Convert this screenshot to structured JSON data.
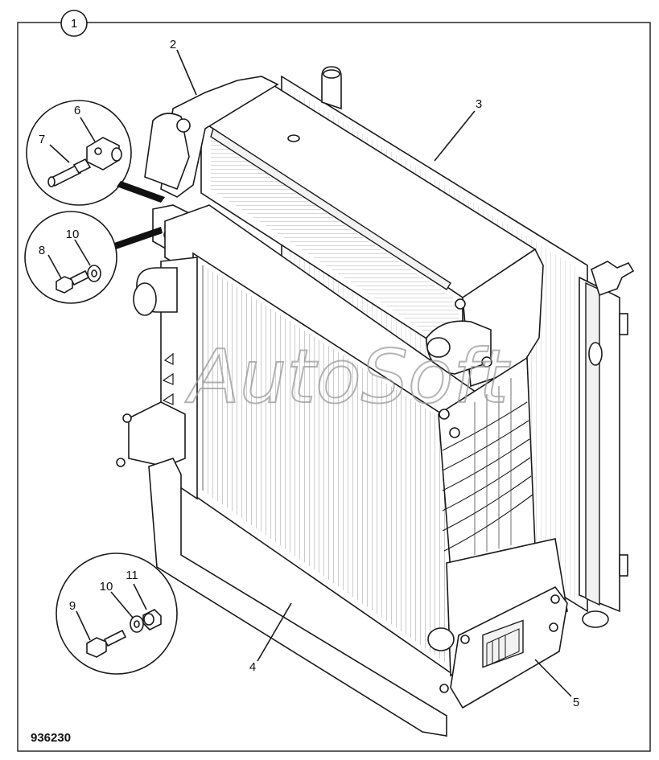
{
  "figure": {
    "view_number": "1",
    "figure_code": "936230",
    "watermark": "AutoSoft"
  },
  "callouts": [
    {
      "id": "c2",
      "text": "2"
    },
    {
      "id": "c3",
      "text": "3"
    },
    {
      "id": "c4",
      "text": "4"
    },
    {
      "id": "c5",
      "text": "5"
    },
    {
      "id": "c6",
      "text": "6"
    },
    {
      "id": "c7",
      "text": "7"
    },
    {
      "id": "c8",
      "text": "8"
    },
    {
      "id": "c9",
      "text": "9"
    },
    {
      "id": "c10a",
      "text": "10"
    },
    {
      "id": "c10b",
      "text": "10"
    },
    {
      "id": "c11",
      "text": "11"
    }
  ]
}
